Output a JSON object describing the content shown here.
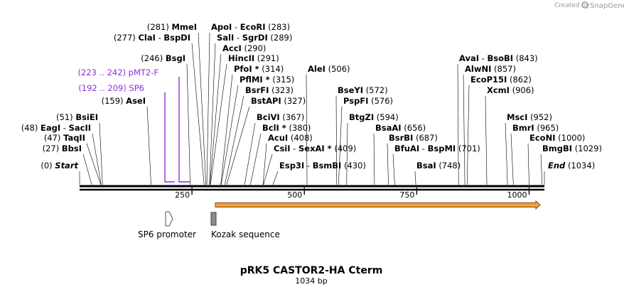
{
  "brand": {
    "created_by": "Created by",
    "name": "SnapGene"
  },
  "map": {
    "title": "pRK5 CASTOR2-HA Cterm",
    "length": "1034 bp",
    "bp_total": 1034,
    "ticks": [
      250,
      500,
      750,
      1000
    ]
  },
  "sites": [
    {
      "name": "Start",
      "pos": "0",
      "bp": 0,
      "edge": true
    },
    {
      "name": "BbsI",
      "pos": "27",
      "bp": 27
    },
    {
      "name": "TaqII",
      "pos": "47",
      "bp": 47
    },
    {
      "name": "EagI - SacII",
      "pos": "48",
      "bp": 48
    },
    {
      "name": "BsiEI",
      "pos": "51",
      "bp": 51
    },
    {
      "name": "AseI",
      "pos": "159",
      "bp": 159
    },
    {
      "name": "BsgI",
      "pos": "246",
      "bp": 246
    },
    {
      "name": "ClaI - BspDI",
      "pos": "277",
      "bp": 277
    },
    {
      "name": "MmeI",
      "pos": "281",
      "bp": 281
    },
    {
      "name": "ApoI - EcoRI",
      "pos": "283",
      "bp": 283
    },
    {
      "name": "SalI - SgrDI",
      "pos": "289",
      "bp": 289
    },
    {
      "name": "AccI",
      "pos": "290",
      "bp": 290
    },
    {
      "name": "HincII",
      "pos": "291",
      "bp": 291
    },
    {
      "name": "PfoI *",
      "pos": "314",
      "bp": 314
    },
    {
      "name": "PflMI *",
      "pos": "315",
      "bp": 315
    },
    {
      "name": "BsrFI",
      "pos": "323",
      "bp": 323
    },
    {
      "name": "BstAPI",
      "pos": "327",
      "bp": 327
    },
    {
      "name": "BciVI",
      "pos": "367",
      "bp": 367
    },
    {
      "name": "BclI *",
      "pos": "380",
      "bp": 380
    },
    {
      "name": "AcuI",
      "pos": "408",
      "bp": 408
    },
    {
      "name": "CsiI - SexAI *",
      "pos": "409",
      "bp": 409
    },
    {
      "name": "Esp3I - BsmBI",
      "pos": "430",
      "bp": 430
    },
    {
      "name": "AleI",
      "pos": "506",
      "bp": 506
    },
    {
      "name": "BseYI",
      "pos": "572",
      "bp": 572
    },
    {
      "name": "PspFI",
      "pos": "576",
      "bp": 576
    },
    {
      "name": "BtgZI",
      "pos": "594",
      "bp": 594
    },
    {
      "name": "BsaAI",
      "pos": "656",
      "bp": 656
    },
    {
      "name": "BsrBI",
      "pos": "687",
      "bp": 687
    },
    {
      "name": "BfuAI - BspMI",
      "pos": "701",
      "bp": 701
    },
    {
      "name": "BsaI",
      "pos": "748",
      "bp": 748
    },
    {
      "name": "AvaI - BsoBI",
      "pos": "843",
      "bp": 843
    },
    {
      "name": "AlwNI",
      "pos": "857",
      "bp": 857
    },
    {
      "name": "EcoP15I",
      "pos": "862",
      "bp": 862
    },
    {
      "name": "XcmI",
      "pos": "906",
      "bp": 906
    },
    {
      "name": "MscI",
      "pos": "952",
      "bp": 952
    },
    {
      "name": "BmrI",
      "pos": "965",
      "bp": 965
    },
    {
      "name": "EcoNI",
      "pos": "1000",
      "bp": 1000
    },
    {
      "name": "BmgBI",
      "pos": "1029",
      "bp": 1029
    },
    {
      "name": "End",
      "pos": "1034",
      "bp": 1034,
      "edge": true
    }
  ],
  "primers": [
    {
      "name": "pMT2-F",
      "range": "223 .. 242",
      "start": 223,
      "end": 242
    },
    {
      "name": "SP6",
      "range": "192 .. 209",
      "start": 192,
      "end": 209
    }
  ],
  "features": [
    {
      "name": "SP6 promoter",
      "type": "promoter",
      "start": 192,
      "end": 209
    },
    {
      "name": "Kozak sequence",
      "type": "regulatory",
      "start": 302,
      "end": 311
    },
    {
      "name": "",
      "type": "cds",
      "start": 302,
      "end": 1034
    }
  ],
  "colors": {
    "primer": "#8e2ed6",
    "cds_fill": "#f2a33a",
    "cds_stroke": "#7a4a10",
    "kozak_fill": "#8c8c8c",
    "brand_gray": "#9a9a9a"
  }
}
